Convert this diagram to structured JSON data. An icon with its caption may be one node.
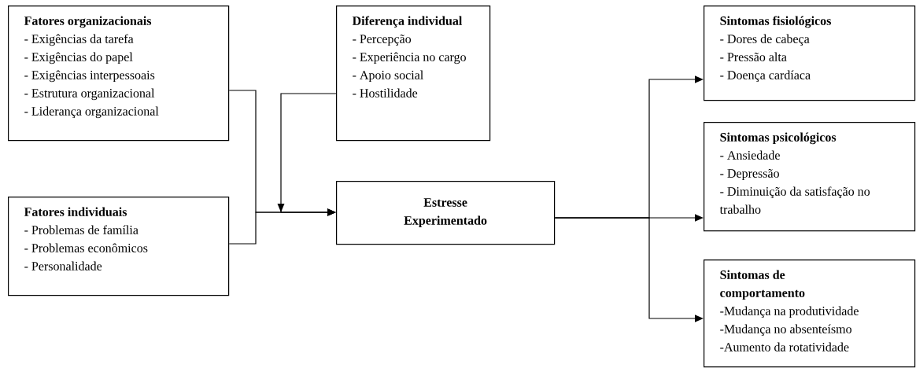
{
  "diagram": {
    "nodes": [
      {
        "text": [
          "Fatores organizacionais",
          "- Exigências da tarefa",
          "- Exigências do papel",
          "- Exigências interpessoais",
          "- Estrutura organizacional",
          "- Liderança organizacional"
        ]
      },
      {
        "text": [
          "Fatores individuais",
          "- Problemas de família",
          "- Problemas econômicos",
          "- Personalidade"
        ]
      },
      {
        "text": [
          "Diferença individual",
          "- Percepção",
          "- Experiência no cargo",
          "- Apoio social",
          "- Hostilidade"
        ]
      },
      {
        "text": [
          "Estresse Experimentado"
        ]
      },
      {
        "text": [
          "Sintomas fisiológicos",
          "- Dores de cabeça",
          "- Pressão alta",
          "- Doença cardíaca"
        ]
      },
      {
        "text": [
          "Sintomas psicológicos",
          "- Ansiedade",
          "- Depressão",
          "- Diminuição da satisfação no trabalho"
        ]
      },
      {
        "text": [
          "Sintomas de comportamento",
          "-Mudança na produtividade",
          "-Mudança no absenteísmo",
          "-Aumento da rotatividade"
        ]
      }
    ],
    "edges": [
      {
        "from": 0,
        "to": 3,
        "arrow": "to"
      },
      {
        "from": 1,
        "to": 3,
        "arrow": "to"
      },
      {
        "from": 2,
        "to": 3,
        "arrow": "to"
      },
      {
        "from": 3,
        "to": 4,
        "arrow": "to"
      },
      {
        "from": 3,
        "to": 5,
        "arrow": "to"
      },
      {
        "from": 3,
        "to": 6,
        "arrow": "to"
      }
    ]
  }
}
